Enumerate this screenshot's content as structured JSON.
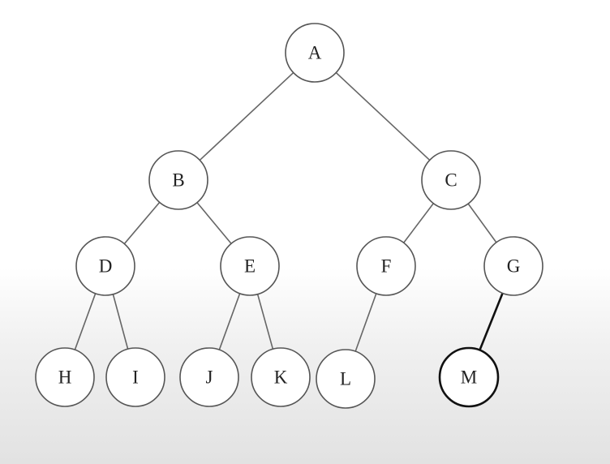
{
  "tree": {
    "nodes": [
      {
        "id": "A",
        "label": "A"
      },
      {
        "id": "B",
        "label": "B"
      },
      {
        "id": "C",
        "label": "C"
      },
      {
        "id": "D",
        "label": "D"
      },
      {
        "id": "E",
        "label": "E"
      },
      {
        "id": "F",
        "label": "F"
      },
      {
        "id": "G",
        "label": "G"
      },
      {
        "id": "H",
        "label": "H"
      },
      {
        "id": "I",
        "label": "I"
      },
      {
        "id": "J",
        "label": "J"
      },
      {
        "id": "K",
        "label": "K"
      },
      {
        "id": "L",
        "label": "L"
      },
      {
        "id": "M",
        "label": "M",
        "highlighted": true
      }
    ],
    "edges": [
      {
        "from": "A",
        "to": "B"
      },
      {
        "from": "A",
        "to": "C"
      },
      {
        "from": "B",
        "to": "D"
      },
      {
        "from": "B",
        "to": "E"
      },
      {
        "from": "C",
        "to": "F"
      },
      {
        "from": "C",
        "to": "G"
      },
      {
        "from": "D",
        "to": "H"
      },
      {
        "from": "D",
        "to": "I"
      },
      {
        "from": "E",
        "to": "J"
      },
      {
        "from": "E",
        "to": "K"
      },
      {
        "from": "F",
        "to": "L"
      },
      {
        "from": "G",
        "to": "M",
        "highlighted": true
      }
    ]
  }
}
